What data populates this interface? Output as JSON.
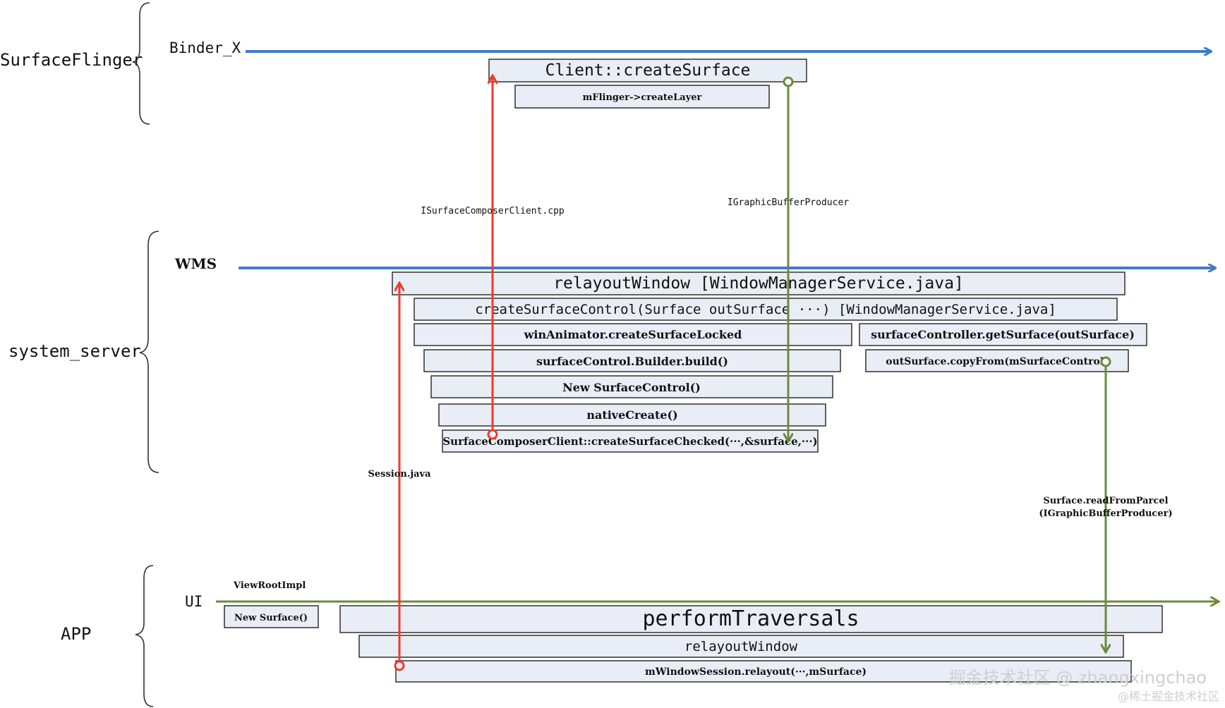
{
  "groups": {
    "surfaceflinger": "SurfaceFlinger",
    "system_server": "system_server",
    "app": "APP"
  },
  "threads": {
    "binder": "Binder_X",
    "wms": "WMS",
    "ui": "UI",
    "viewrootimpl": "ViewRootImpl"
  },
  "sf_boxes": {
    "create_surface": "Client::createSurface",
    "create_layer": "mFlinger->createLayer"
  },
  "wms_boxes": {
    "relayout_window": "relayoutWindow [WindowManagerService.java]",
    "create_surface_control": "createSurfaceControl(Surface outSurface  ···)  [WindowManagerService.java]",
    "win_animator": "winAnimator.createSurfaceLocked",
    "get_surface": "surfaceController.getSurface(outSurface)",
    "builder_build": "surfaceControl.Builder.build()",
    "copy_from": "outSurface.copyFrom(mSurfaceControl)",
    "new_surface_control": "New SurfaceControl()",
    "native_create": "nativeCreate()",
    "create_surface_checked": "SurfaceComposerClient::createSurfaceChecked(···,&surface,···)"
  },
  "app_boxes": {
    "new_surface": "New Surface()",
    "perform_traversals": "performTraversals",
    "relayout_window": "relayoutWindow",
    "session_relayout": "mWindowSession.relayout(···,mSurface)"
  },
  "arrow_labels": {
    "isurface_composer_client": "ISurfaceComposerClient.cpp",
    "igraphic_buffer_producer": "IGraphicBufferProducer",
    "session_java": "Session.java",
    "read_from_parcel_1": "Surface.readFromParcel",
    "read_from_parcel_2": "(IGraphicBufferProducer)"
  },
  "watermark": {
    "main": "掘金技术社区 @ zhangxingchao",
    "sub": "@稀土掘金技术社区"
  },
  "colors": {
    "thread_line": "#3f7cc8",
    "ui_line": "#6b8a3d",
    "call_arrow": "#f03a2a",
    "return_arrow": "#6b8a3d",
    "box_fill": "#e9eef6"
  }
}
